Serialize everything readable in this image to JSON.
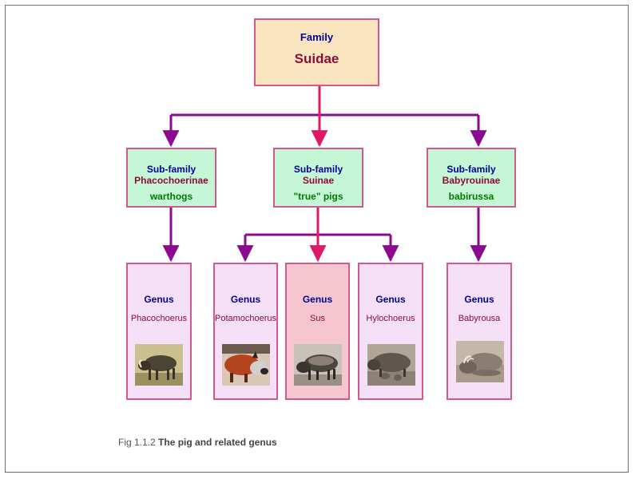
{
  "family": {
    "label": "Family",
    "name": "Suidae"
  },
  "subfamilies": [
    {
      "label": "Sub-family",
      "name": "Phacochoerinae",
      "common": "warthogs"
    },
    {
      "label": "Sub-family",
      "name": "Suinae",
      "common": "\"true\" pigs"
    },
    {
      "label": "Sub-family",
      "name": "Babyrouinae",
      "common": "babirussa"
    }
  ],
  "genera": [
    {
      "label": "Genus",
      "name": "Phacochoerus",
      "image": "warthog-photo"
    },
    {
      "label": "Genus",
      "name": "Potamochoerus",
      "image": "red-river-hog-photo"
    },
    {
      "label": "Genus",
      "name": "Sus",
      "image": "wild-boar-photo"
    },
    {
      "label": "Genus",
      "name": "Hylochoerus",
      "image": "giant-forest-hog-photo"
    },
    {
      "label": "Genus",
      "name": "Babyrousa",
      "image": "babirusa-photo"
    }
  ],
  "caption": {
    "prefix": "Fig 1.1.2",
    "title": "The pig and related genus"
  },
  "colors": {
    "connector": "#8b0a8f",
    "connector_highlight": "#e0186a",
    "box_border": "#d3588e",
    "family_fill": "#fbe5c0",
    "subfamily_fill": "#c5f6d6",
    "genus_fill": "#f5e0f7",
    "genus_highlight_fill": "#f5c6cf"
  }
}
